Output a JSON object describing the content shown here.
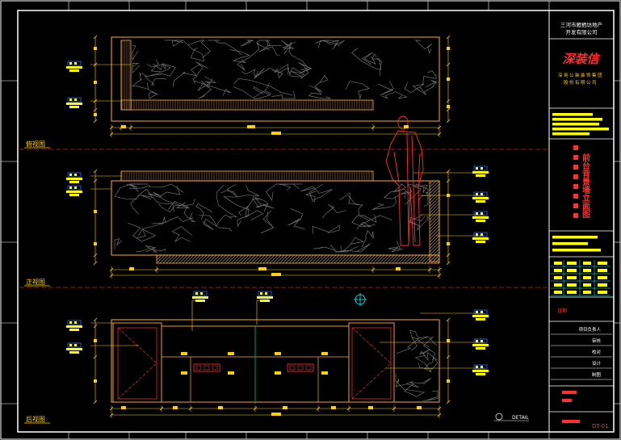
{
  "title_block": {
    "company": [
      "三河市雁栖坊地产",
      "开发有限公司"
    ],
    "logo_text": "深装信",
    "logo_sub": [
      "深圳公装装饰集团",
      "股份有限公司"
    ],
    "drawing_title": "前台背景墙立面图",
    "role_rows": [
      "项目负责人",
      "审核",
      "校对",
      "设计",
      "制图"
    ],
    "date_label": "日期",
    "sheet_no": "DT-01"
  },
  "views": {
    "top_label": "俯视图",
    "middle_label": "正视图",
    "bottom_label": "后视图"
  },
  "detail_label": "DETAIL",
  "colors": {
    "background": "#000000",
    "frame": "#ffffff",
    "linework": "#ffaa33",
    "marble": "#707070",
    "dimension": "#ffd000",
    "annotation": "#ffff00",
    "accent": "#ff3030",
    "tag_blue": "#2f6bff",
    "tag_cyan": "#00ffff"
  }
}
